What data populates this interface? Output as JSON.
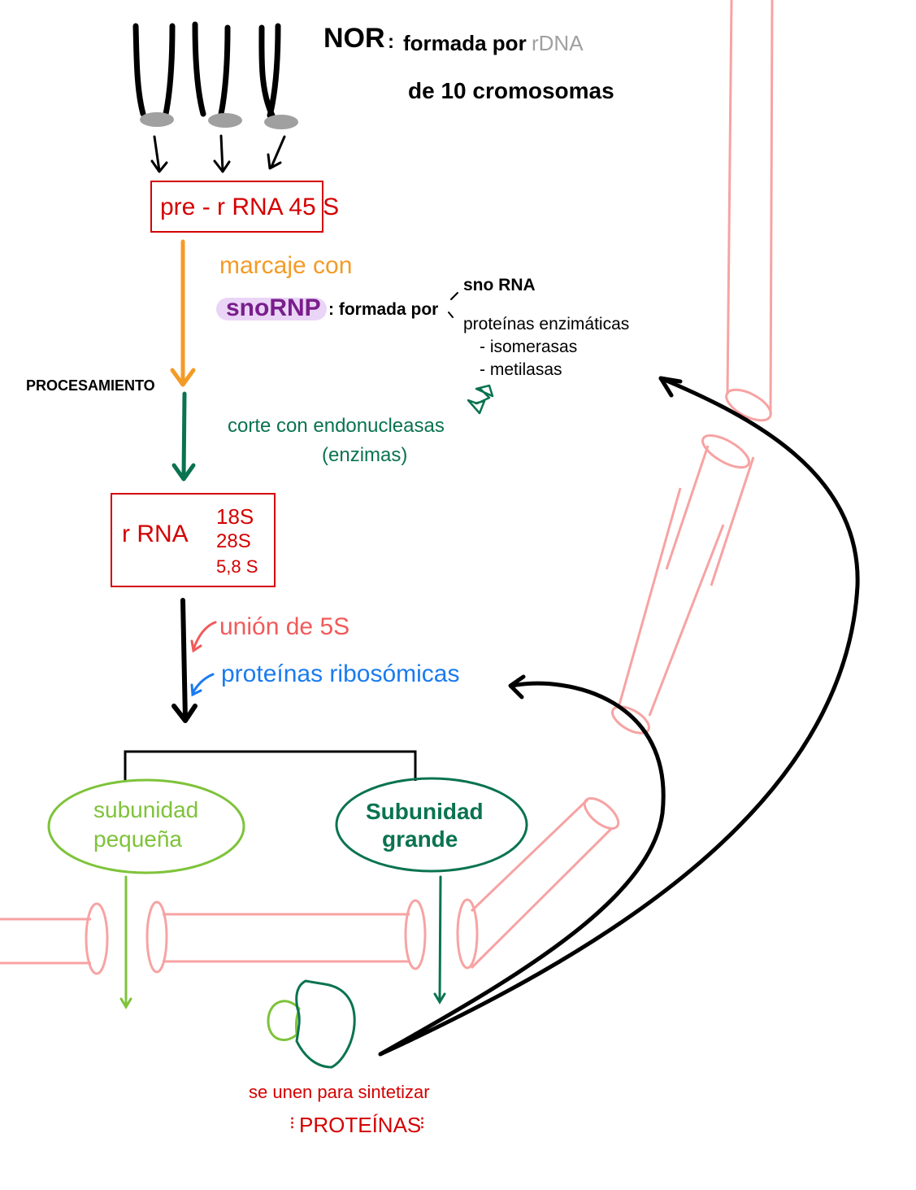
{
  "colors": {
    "black": "#000000",
    "red": "#d40000",
    "orange": "#f39b27",
    "dark_green": "#0a7350",
    "light_green": "#7ec33a",
    "purple": "#7a1e8c",
    "lavender": "#ead5f7",
    "salmon": "#f15a5a",
    "blue": "#1a7bf0",
    "pink": "#f7a3a3",
    "gray": "#a0a0a0"
  },
  "nor": {
    "label": "NOR",
    "colon": ":",
    "desc": "formada por",
    "rdna": "rDNA",
    "line2": "de 10 cromosomas"
  },
  "pre_rrna": {
    "label": "pre - r RNA 45 S"
  },
  "marcaje": {
    "label": "marcaje con"
  },
  "snornp": {
    "label": "snoRNP",
    "desc": ": formada por",
    "branches": {
      "snorna": "sno RNA",
      "proteinas": "proteínas enzimáticas",
      "items": [
        "- isomerasas",
        "- metilasas"
      ]
    }
  },
  "procesamiento": {
    "label": "PROCESAMIENTO"
  },
  "corte": {
    "line1": "corte con endonucleasas",
    "line2": "(enzimas)"
  },
  "rrna": {
    "label": "r RNA",
    "types": [
      "18S",
      "28S",
      "5,8 S"
    ]
  },
  "union": {
    "label": "unión de 5S"
  },
  "proteinas_ribo": {
    "label": "proteínas ribosómicas"
  },
  "subunidad_pequena": {
    "line1": "subunidad",
    "line2": "pequeña"
  },
  "subunidad_grande": {
    "line1": "Subunidad",
    "line2": "grande"
  },
  "final": {
    "line1": "se unen para sintetizar",
    "line2": "PROTEÍNAS"
  }
}
